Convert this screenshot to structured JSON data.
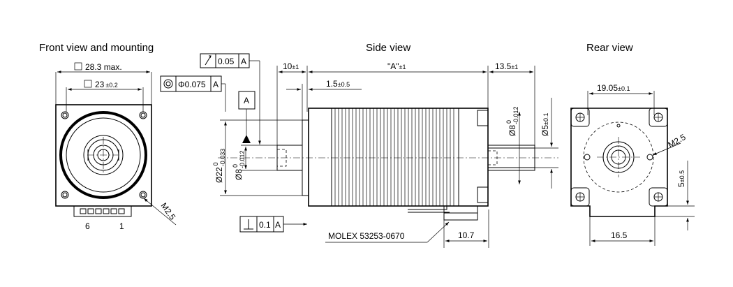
{
  "titles": {
    "front": "Front view and mounting",
    "side": "Side view",
    "rear": "Rear view"
  },
  "front": {
    "outer": "28.3 max.",
    "inner": "23",
    "inner_tol": "±0.2",
    "thread": "M2.5",
    "pin_left": "6",
    "pin_right": "1"
  },
  "side": {
    "datum": "A",
    "runout_value": "0.05",
    "runout_ref": "A",
    "coax_value": "Φ0.075",
    "coax_ref": "A",
    "perp_value": "0.1",
    "perp_ref": "A",
    "shaft_len": "10",
    "shaft_len_tol": "±1",
    "body_len": "\"A\"",
    "body_len_tol": "±1",
    "rear_shaft": "13.5",
    "rear_shaft_tol": "±1",
    "pilot": "1.5",
    "pilot_tol": "±0.5",
    "dia22": "Ø22",
    "dia22_tol_up": "0",
    "dia22_tol_low": "-0.033",
    "dia8": "Ø8",
    "dia8_tol_up": "0",
    "dia8_tol_low": "-0.012",
    "dia8_rear": "Ø8",
    "dia8_rear_tol_up": "0",
    "dia8_rear_tol_low": "-0.012",
    "dia5": "Ø5",
    "dia5_tol": "±0.1",
    "connector": "MOLEX  53253-0670",
    "conn_dim": "10.7"
  },
  "rear": {
    "width": "19.05",
    "width_tol": "±0.1",
    "thread": "M2.5",
    "height": "5",
    "height_tol": "±0.5",
    "bottom": "16.5"
  }
}
